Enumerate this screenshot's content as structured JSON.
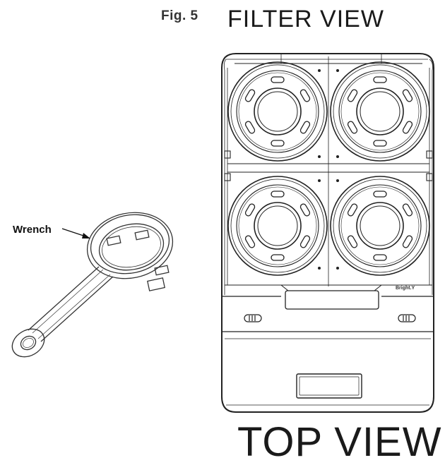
{
  "figure": {
    "number_label": "Fig. 5",
    "filter_view_title": "FILTER VIEW",
    "top_view_title": "TOP VIEW",
    "wrench_label": "Wrench",
    "brand_mark": "Bright.Y"
  },
  "colors": {
    "line": "#222222",
    "background": "#ffffff"
  }
}
